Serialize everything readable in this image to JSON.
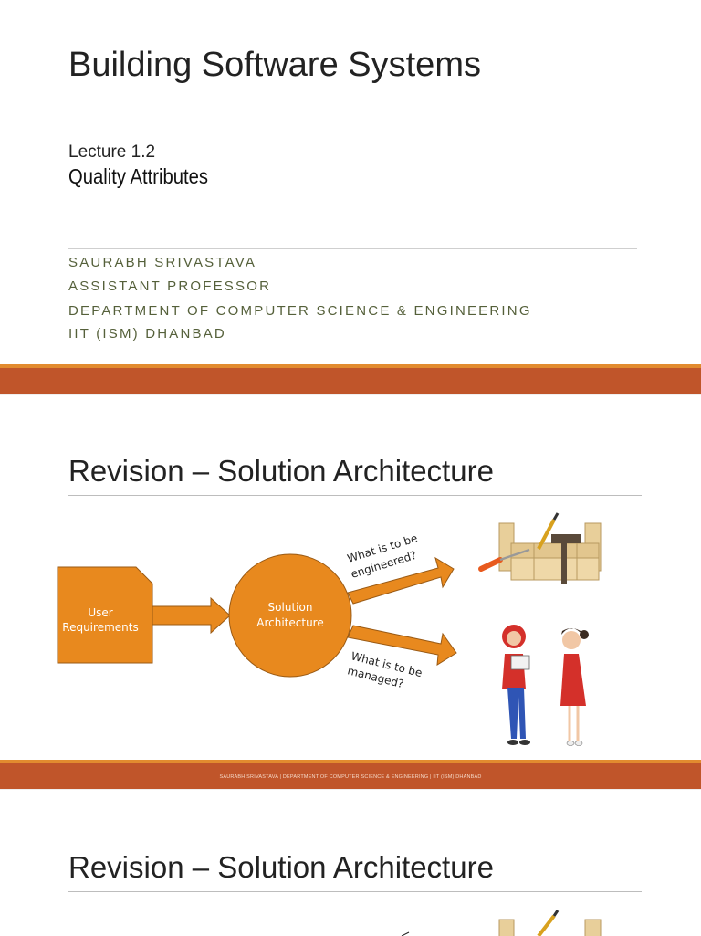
{
  "slide1": {
    "title": "Building Software Systems",
    "lecture": "Lecture 1.2",
    "subtitle": "Quality Attributes",
    "author_lines": [
      "SAURABH SRIVASTAVA",
      "ASSISTANT PROFESSOR",
      "DEPARTMENT OF COMPUTER SCIENCE & ENGINEERING",
      "IIT (ISM) DHANBAD"
    ]
  },
  "slide2": {
    "title": "Revision – Solution Architecture",
    "diagram": {
      "user_requirements": [
        "User",
        "Requirements"
      ],
      "solution_architecture": [
        "Solution",
        "Architecture"
      ],
      "engineered_label": [
        "What is to be",
        "engineered?"
      ],
      "managed_label": [
        "What is to be",
        "managed?"
      ]
    },
    "footer": "SAURABH SRIVASTAVA | DEPARTMENT OF COMPUTER SCIENCE & ENGINEERING | IIT (ISM) DHANBAD"
  },
  "slide3": {
    "title": "Revision – Solution Architecture"
  },
  "colors": {
    "accent_orange": "#e8891e",
    "footer_red": "#c0552a",
    "author_text": "#55603a"
  }
}
